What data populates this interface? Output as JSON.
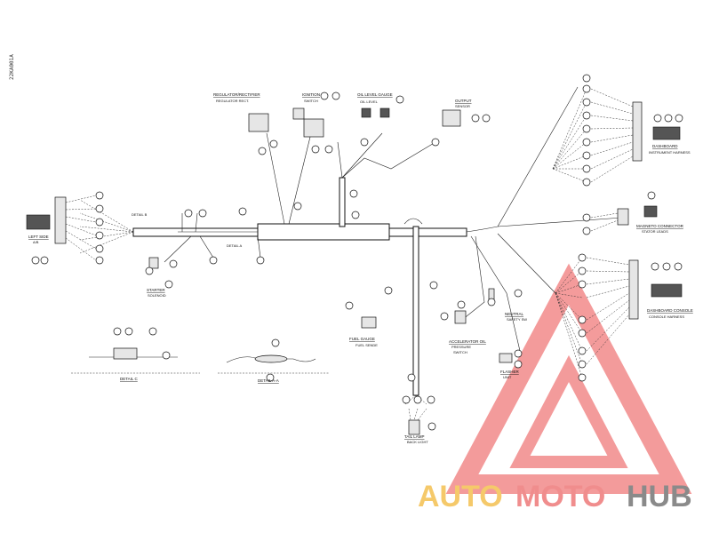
{
  "drawing_code": "22KA001A",
  "labels": {
    "regulator": "REGULATOR/RECTIFIER",
    "regulator_sub": "REGULATOR RECT.",
    "ignition": "IGNITION",
    "ignition_sub": "SWITCH",
    "oil_level": "OIL LEVEL GAUGE",
    "oil_level_sub": "OIL LEVEL",
    "output": "OUTPUT",
    "output_sub": "SENSOR",
    "left": "LEFT SIDE",
    "left_sub": "A/B",
    "detail_b": "DETAIL B",
    "detail_a": "DETAIL A",
    "starter": "STARTER",
    "starter_sub": "SOLENOID",
    "fuel_gauge": "FUEL GAUGE",
    "fuel_gauge_sub": "FUEL SENDE",
    "accelerator": "ACCELERATOR OIL",
    "accelerator_sub": "PRESSURE",
    "accelerator_sub2": "SWITCH",
    "neutral": "NEUTRAL",
    "neutral_sub": "SAFETY SW",
    "flasher": "FLASHER",
    "flasher_sub": "UNIT",
    "tail_lamp": "TAIL LAMP",
    "tail_lamp_sub": "BACK LIGHT",
    "dash_upper": "DASHBOARD",
    "dash_upper_sub": "INSTRUMENT HARNESS",
    "magneto": "MAGNETO CONNECTOR",
    "magneto_sub": "STATOR LEADS",
    "dash_lower": "DASHBOARD CONSOLE",
    "dash_lower_sub": "CONSOLE HARNESS",
    "detail_c": "DETAIL C",
    "detail_aa": "DETAIL A-A"
  },
  "brand": {
    "part1": "AUTO",
    "part2": "MOTO",
    "part3": "HUB",
    "color1": "#f5c96a",
    "color2": "#f08d8d",
    "color3": "#8a8a8a",
    "triangle_color": "#f28a8a"
  }
}
